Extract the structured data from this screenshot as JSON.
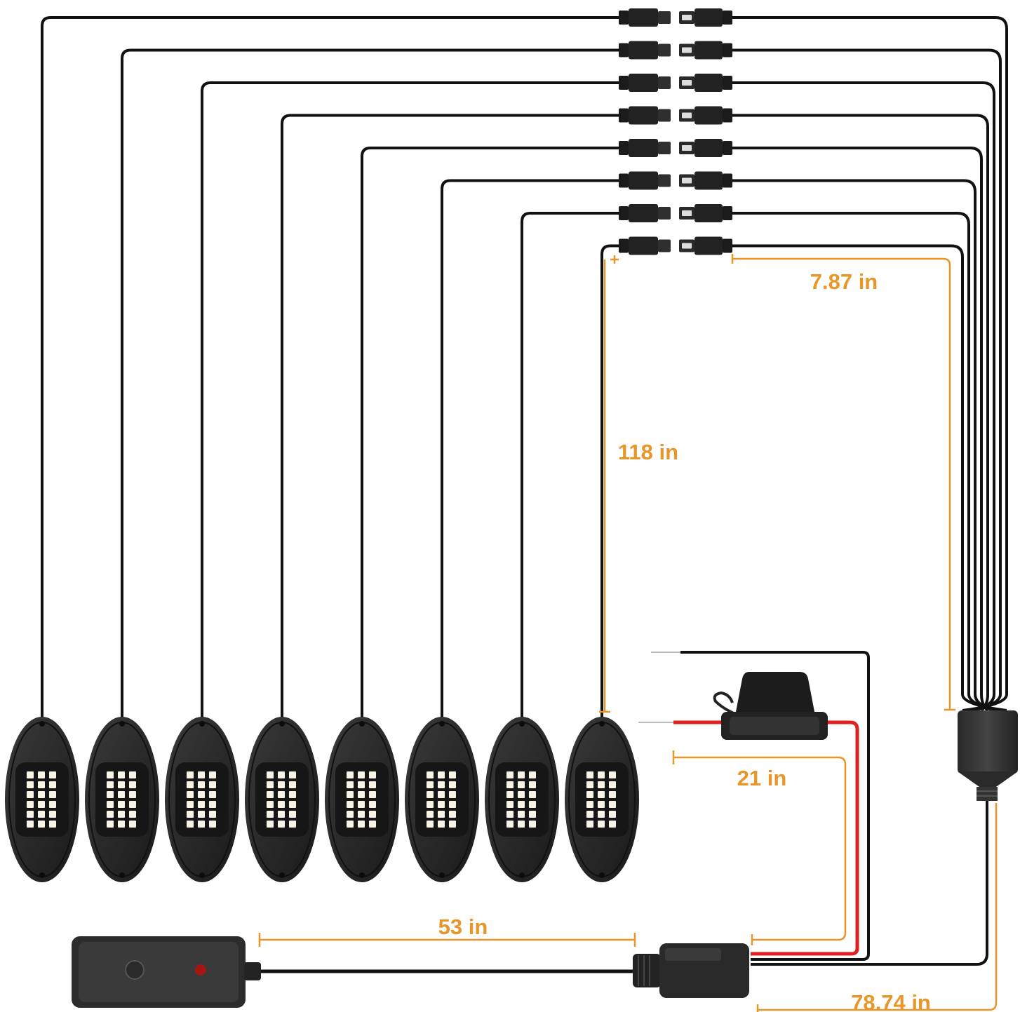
{
  "diagram": {
    "pod_count": 8,
    "dimension_color": "#E8962A",
    "wire_color": "#111111",
    "power_wire_color": "#E21F1F",
    "pod_shell_color": "#2B2B2B",
    "led_color": "#F6F3E6",
    "indicator_color": "#A51712"
  },
  "dimensions": {
    "pigtail_length": "7.87 in",
    "pod_cable_length": "118 in",
    "power_lead_length": "21 in",
    "remote_cable_length": "53 in",
    "main_cable_length": "78.74 in"
  },
  "icons": {
    "pod": "rock-light-pod-icon",
    "connector": "two-pin-connector-icon",
    "fuse": "inline-fuse-holder-icon",
    "splitter": "splitter-hub-icon",
    "control_box": "control-box-icon",
    "button": "push-button-icon",
    "indicator": "led-indicator-icon"
  }
}
